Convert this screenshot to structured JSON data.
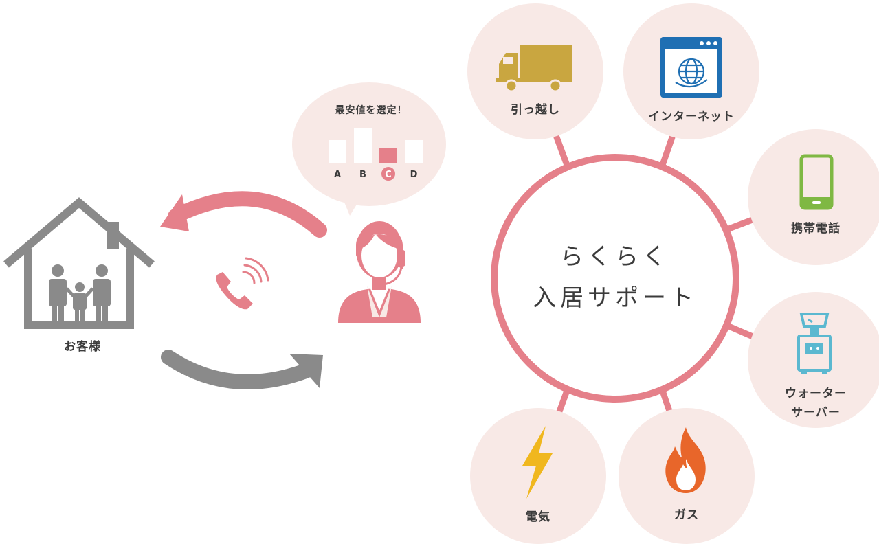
{
  "customer": {
    "label": "お客様"
  },
  "speech": {
    "title": "最安値を選定！",
    "bars": [
      {
        "label": "A",
        "value": 0.55,
        "selected": false
      },
      {
        "label": "B",
        "value": 0.85,
        "selected": false
      },
      {
        "label": "C",
        "value": 0.35,
        "selected": true
      },
      {
        "label": "D",
        "value": 0.55,
        "selected": false
      }
    ]
  },
  "center": {
    "line1": "らくらく",
    "line2": "入居サポート"
  },
  "services": [
    {
      "id": "moving",
      "label": "引っ越し",
      "icon": "truck-icon"
    },
    {
      "id": "internet",
      "label": "インターネット",
      "icon": "browser-globe-icon"
    },
    {
      "id": "mobile",
      "label": "携帯電話",
      "icon": "smartphone-icon"
    },
    {
      "id": "water",
      "label_line1": "ウォーター",
      "label_line2": "サーバー",
      "icon": "water-server-icon"
    },
    {
      "id": "gas",
      "label": "ガス",
      "icon": "flame-icon"
    },
    {
      "id": "electric",
      "label": "電気",
      "icon": "lightning-icon"
    }
  ],
  "colors": {
    "accent": "#e5808a",
    "bubble": "#f8e9e6",
    "gray": "#8a8a8a",
    "truck": "#c9a640",
    "browser": "#1f6fb3",
    "phone": "#7fb843",
    "water": "#5bb8d0",
    "flame": "#e8662a",
    "bolt": "#f0b71e"
  }
}
